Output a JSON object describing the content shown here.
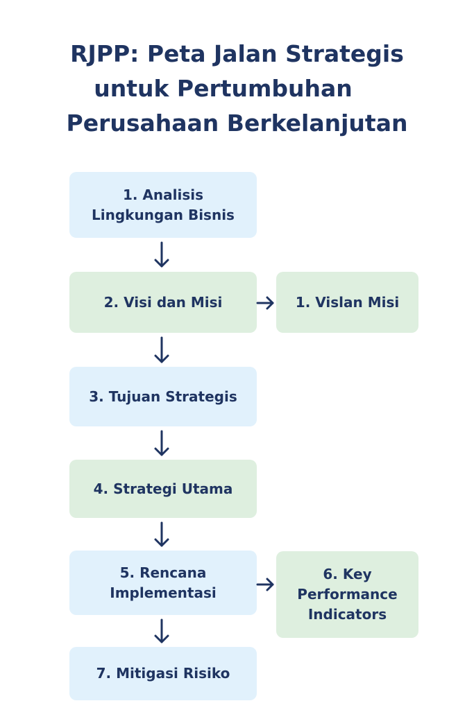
{
  "title": {
    "lines": [
      "RJPP: Peta Jalan Strategis",
      "untuk Pertumbuhan",
      "Perusahaan Berkelanjutan"
    ]
  },
  "colors": {
    "text": "#1f3461",
    "blue_box": "#e1f1fc",
    "green_box": "#deefdf"
  },
  "nodes": {
    "n1": {
      "lines": [
        "1. Analisis",
        "Lingkungan Bisnis"
      ]
    },
    "n2": {
      "label": "2. Visi dan Misi"
    },
    "n2b": {
      "label": "1. Vislan Misi"
    },
    "n3": {
      "label": "3. Tujuan Strategis"
    },
    "n4": {
      "label": "4. Strategi Utama"
    },
    "n5": {
      "lines": [
        "5. Rencana",
        "Implementasi"
      ]
    },
    "n6": {
      "lines": [
        "6. Key",
        "Performance",
        "Indicators"
      ]
    },
    "n7": {
      "label": "7. Mitigasi Risiko"
    }
  }
}
